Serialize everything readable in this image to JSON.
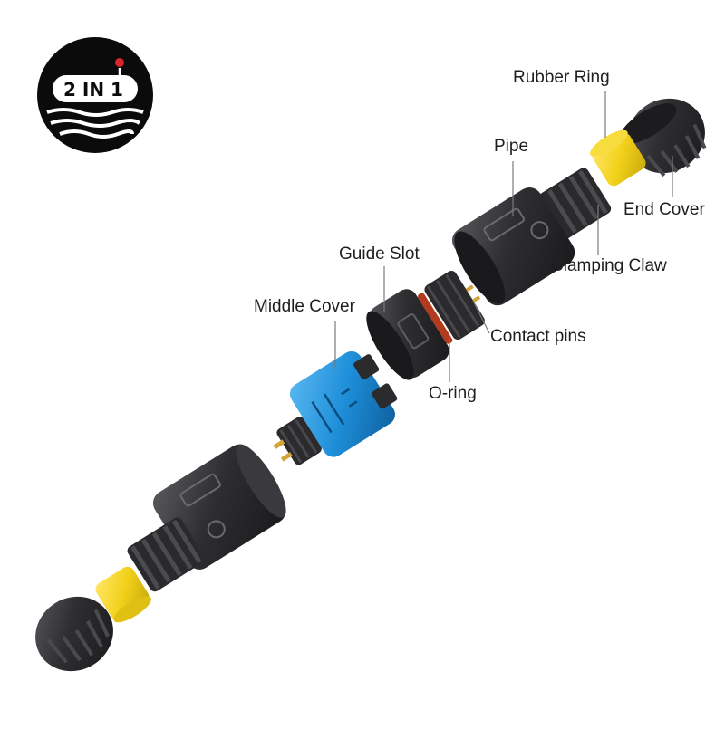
{
  "logo": {
    "text": "2 IN 1",
    "background": "#0b0b0b",
    "accent": "#d9262b"
  },
  "labels": {
    "rubber_ring": "Rubber Ring",
    "pipe": "Pipe",
    "end_cover": "End Cover",
    "clamping_claw": "Clamping Claw",
    "guide_slot": "Guide Slot",
    "contact_pins": "Contact pins",
    "middle_cover": "Middle Cover",
    "o_ring": "O-ring"
  },
  "colors": {
    "body": "#2c2c2e",
    "rubber_ring": "#f3d21c",
    "middle_cover": "#1e8fd9",
    "o_ring": "#b33a1e",
    "pins": "#d4a43a",
    "leader": "#7a7a7a"
  }
}
